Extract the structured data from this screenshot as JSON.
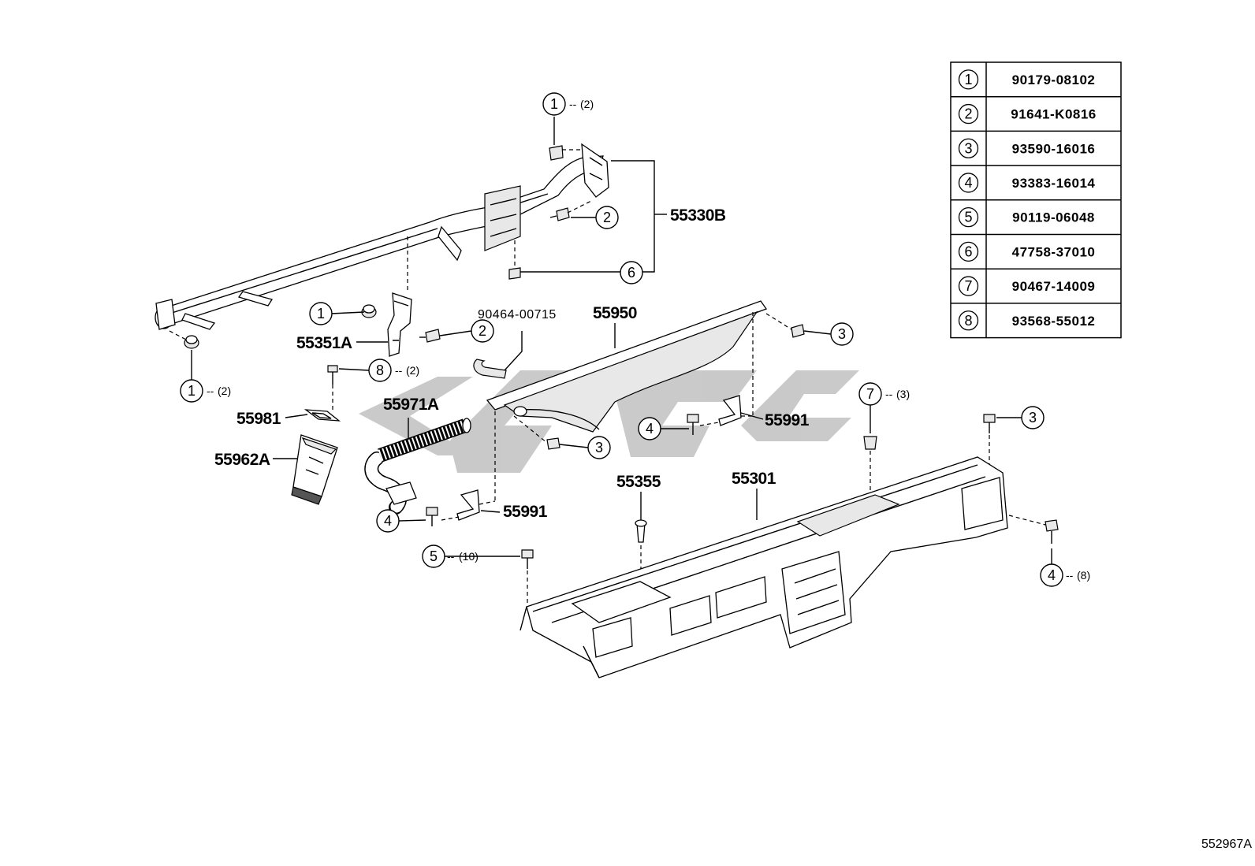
{
  "parts_table": [
    {
      "ref": "1",
      "part": "90179-08102"
    },
    {
      "ref": "2",
      "part": "91641-K0816"
    },
    {
      "ref": "3",
      "part": "93590-16016"
    },
    {
      "ref": "4",
      "part": "93383-16014"
    },
    {
      "ref": "5",
      "part": "90119-06048"
    },
    {
      "ref": "6",
      "part": "47758-37010"
    },
    {
      "ref": "7",
      "part": "90467-14009"
    },
    {
      "ref": "8",
      "part": "93568-55012"
    }
  ],
  "part_labels": {
    "reinforcement": "55330B",
    "brace": "55351A",
    "clamp": "90464-00715",
    "panel_upper": "55950",
    "gasket": "55981",
    "hose": "55971A",
    "duct": "55962A",
    "bracket_left": "55991",
    "bracket_right": "55991",
    "clip_part": "55355",
    "panel_main": "55301"
  },
  "callouts": {
    "c1_top": {
      "ref": "1",
      "qty": "(2)"
    },
    "c2_upper": {
      "ref": "2"
    },
    "c6": {
      "ref": "6"
    },
    "c1_mid": {
      "ref": "1"
    },
    "c2_mid": {
      "ref": "2"
    },
    "c1_bottom": {
      "ref": "1",
      "qty": "(2)"
    },
    "c8": {
      "ref": "8",
      "qty": "(2)"
    },
    "c3_upper": {
      "ref": "3"
    },
    "c3_mid": {
      "ref": "3"
    },
    "c4_mid": {
      "ref": "4"
    },
    "c7": {
      "ref": "7",
      "qty": "(3)"
    },
    "c3_right": {
      "ref": "3"
    },
    "c4_left": {
      "ref": "4"
    },
    "c5": {
      "ref": "5",
      "qty": "(10)"
    },
    "c4_right": {
      "ref": "4",
      "qty": "(8)"
    }
  },
  "figure_code": "552967A"
}
